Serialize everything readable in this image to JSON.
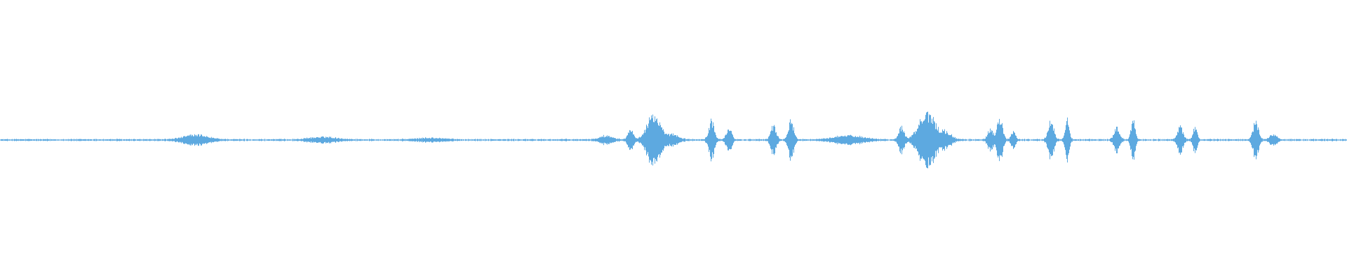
{
  "waveform": {
    "color": "#5DA9E0",
    "bursts": [
      {
        "time": 0.145,
        "width": 0.018,
        "amplitude": 0.018
      },
      {
        "time": 0.24,
        "width": 0.02,
        "amplitude": 0.01
      },
      {
        "time": 0.32,
        "width": 0.02,
        "amplitude": 0.006
      },
      {
        "time": 0.45,
        "width": 0.01,
        "amplitude": 0.015
      },
      {
        "time": 0.468,
        "width": 0.004,
        "amplitude": 0.04
      },
      {
        "time": 0.485,
        "width": 0.01,
        "amplitude": 0.1
      },
      {
        "time": 0.5,
        "width": 0.008,
        "amplitude": 0.02
      },
      {
        "time": 0.528,
        "width": 0.004,
        "amplitude": 0.075
      },
      {
        "time": 0.541,
        "width": 0.004,
        "amplitude": 0.045
      },
      {
        "time": 0.574,
        "width": 0.004,
        "amplitude": 0.055
      },
      {
        "time": 0.587,
        "width": 0.004,
        "amplitude": 0.075
      },
      {
        "time": 0.63,
        "width": 0.022,
        "amplitude": 0.015
      },
      {
        "time": 0.669,
        "width": 0.004,
        "amplitude": 0.05
      },
      {
        "time": 0.688,
        "width": 0.012,
        "amplitude": 0.11
      },
      {
        "time": 0.702,
        "width": 0.008,
        "amplitude": 0.03
      },
      {
        "time": 0.735,
        "width": 0.004,
        "amplitude": 0.045
      },
      {
        "time": 0.742,
        "width": 0.004,
        "amplitude": 0.09
      },
      {
        "time": 0.752,
        "width": 0.003,
        "amplitude": 0.035
      },
      {
        "time": 0.78,
        "width": 0.004,
        "amplitude": 0.08
      },
      {
        "time": 0.792,
        "width": 0.003,
        "amplitude": 0.085
      },
      {
        "time": 0.829,
        "width": 0.004,
        "amplitude": 0.05
      },
      {
        "time": 0.841,
        "width": 0.003,
        "amplitude": 0.085
      },
      {
        "time": 0.876,
        "width": 0.004,
        "amplitude": 0.05
      },
      {
        "time": 0.887,
        "width": 0.003,
        "amplitude": 0.055
      },
      {
        "time": 0.932,
        "width": 0.004,
        "amplitude": 0.075
      },
      {
        "time": 0.945,
        "width": 0.005,
        "amplitude": 0.02
      }
    ],
    "noise_amplitude": 0.004
  }
}
